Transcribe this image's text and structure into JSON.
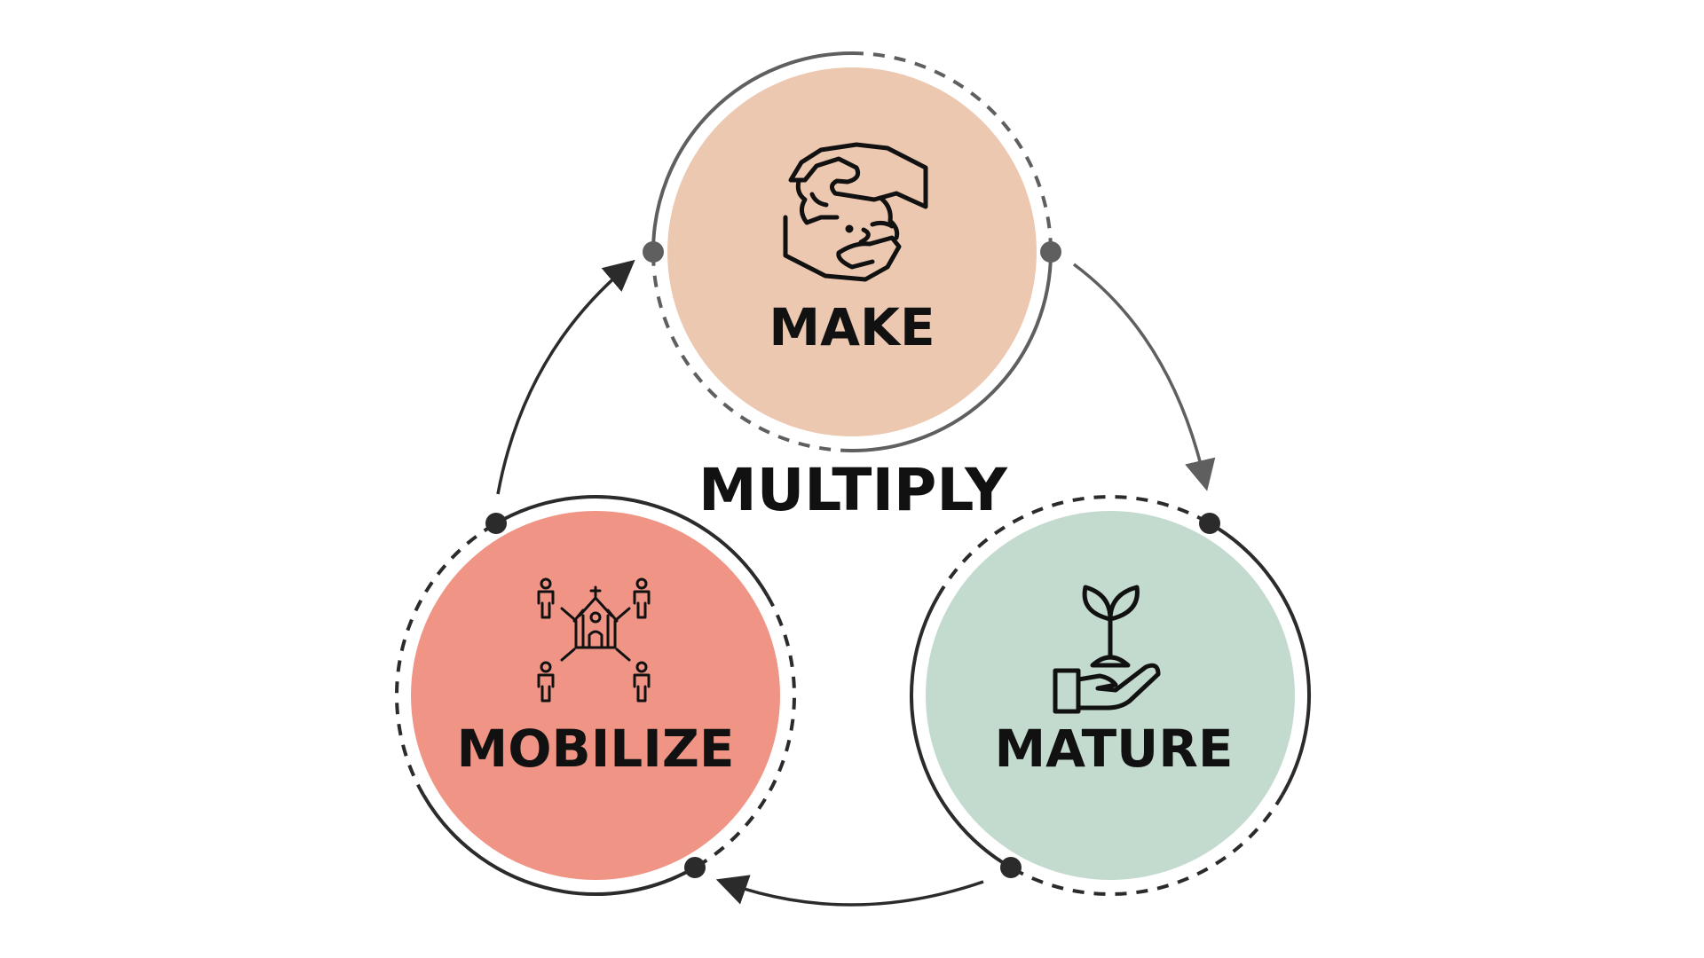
{
  "title": "MULTIPLY",
  "stages": [
    {
      "label": "MAKE",
      "icon": "hands-cradling-icon",
      "color": "#EDC8B0"
    },
    {
      "label": "MATURE",
      "icon": "hand-holding-plant-icon",
      "color": "#C3DACF"
    },
    {
      "label": "MOBILIZE",
      "icon": "church-network-icon",
      "color": "#F09585"
    }
  ],
  "colors": {
    "ring_make": "#5f5f5f",
    "ring_other": "#2b2b2b",
    "text": "#111111"
  }
}
